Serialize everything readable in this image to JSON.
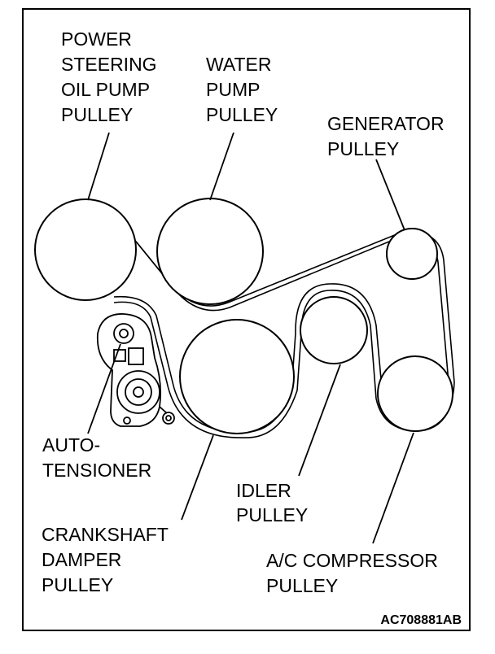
{
  "labels": {
    "power_steering": [
      "POWER",
      "STEERING",
      "OIL PUMP",
      "PULLEY"
    ],
    "water_pump": [
      "WATER",
      "PUMP",
      "PULLEY"
    ],
    "generator": [
      "GENERATOR",
      "PULLEY"
    ],
    "auto_tensioner": [
      "AUTO-",
      "TENSIONER"
    ],
    "crankshaft": [
      "CRANKSHAFT",
      "DAMPER",
      "PULLEY"
    ],
    "idler": [
      "IDLER",
      "PULLEY"
    ],
    "ac_compressor": [
      "A/C COMPRESSOR",
      "PULLEY"
    ]
  },
  "figure_code": "AC708881AB"
}
